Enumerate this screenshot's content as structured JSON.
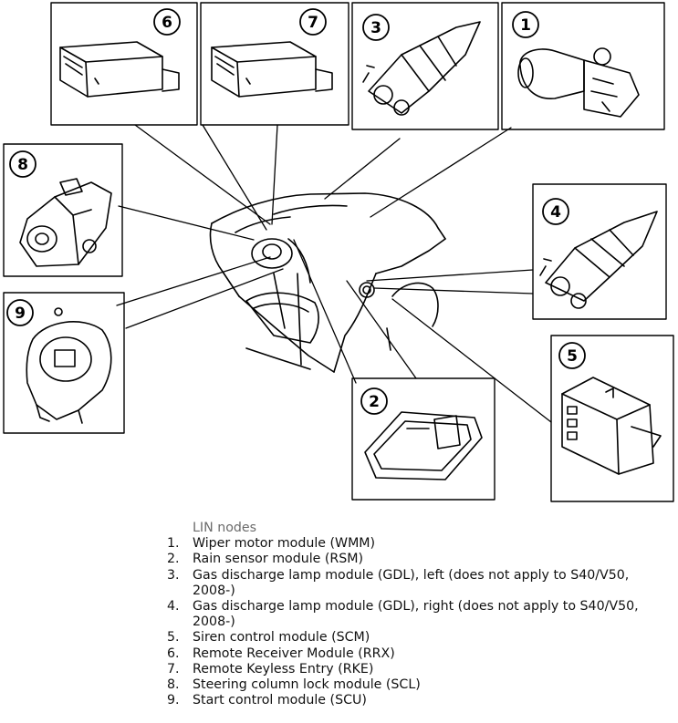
{
  "callouts": [
    {
      "id": "1",
      "label": "1"
    },
    {
      "id": "2",
      "label": "2"
    },
    {
      "id": "3",
      "label": "3"
    },
    {
      "id": "4",
      "label": "4"
    },
    {
      "id": "5",
      "label": "5"
    },
    {
      "id": "6",
      "label": "6"
    },
    {
      "id": "7",
      "label": "7"
    },
    {
      "id": "8",
      "label": "8"
    },
    {
      "id": "9",
      "label": "9"
    }
  ],
  "legend": {
    "title": "LIN nodes",
    "items": [
      {
        "num": "1.",
        "text": "Wiper motor module (WMM)"
      },
      {
        "num": "2.",
        "text": "Rain sensor module (RSM)"
      },
      {
        "num": "3.",
        "text": "Gas discharge lamp module (GDL), left (does not apply to S40/V50, 2008-)"
      },
      {
        "num": "4.",
        "text": "Gas discharge lamp module (GDL), right (does not apply to S40/V50, 2008-)"
      },
      {
        "num": "5.",
        "text": "Siren control module (SCM)"
      },
      {
        "num": "6.",
        "text": "Remote Receiver Module (RRX)"
      },
      {
        "num": "7.",
        "text": "Remote Keyless Entry (RKE)"
      },
      {
        "num": "8.",
        "text": "Steering column lock module (SCL)"
      },
      {
        "num": "9.",
        "text": "Start control module (SCU)"
      }
    ]
  }
}
